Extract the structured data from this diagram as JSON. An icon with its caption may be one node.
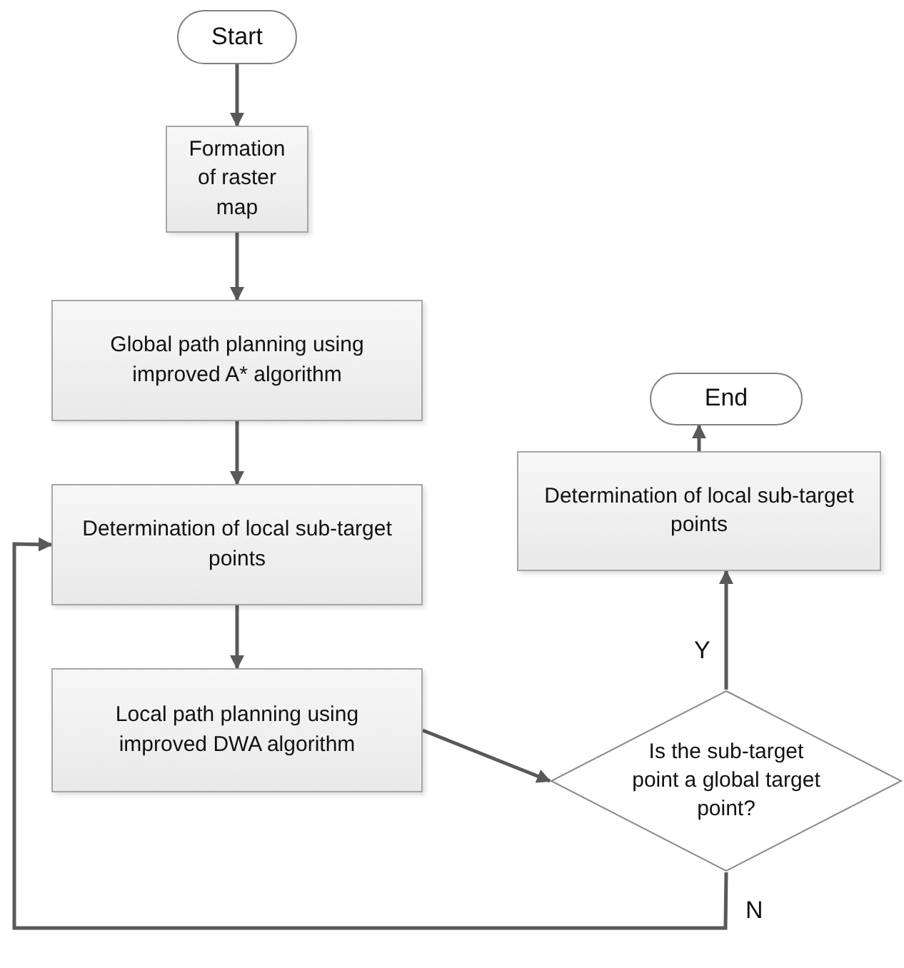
{
  "diagram": {
    "nodes": [
      {
        "text": [
          "Start"
        ]
      },
      {
        "text": [
          "Formation of raster map"
        ]
      },
      {
        "text": [
          "Global path planning using improved A* algorithm"
        ]
      },
      {
        "text": [
          "Determination of local sub-target points"
        ]
      },
      {
        "text": [
          "Local path planning using improved DWA algorithm"
        ]
      },
      {
        "text": [
          "Is the sub-target point a global target point?"
        ]
      },
      {
        "text": [
          "Determination of local sub-target points"
        ]
      },
      {
        "text": [
          "End"
        ]
      }
    ],
    "edges": [
      {
        "from": 0,
        "to": 1,
        "arrow": "to"
      },
      {
        "from": 1,
        "to": 2,
        "arrow": "to"
      },
      {
        "from": 2,
        "to": 3,
        "arrow": "to"
      },
      {
        "from": 3,
        "to": 4,
        "arrow": "to"
      },
      {
        "from": 4,
        "to": 5,
        "arrow": "to"
      },
      {
        "from": 5,
        "to": 6,
        "arrow": "to",
        "label": "Y"
      },
      {
        "from": 6,
        "to": 7,
        "arrow": "to"
      },
      {
        "from": 5,
        "to": 3,
        "arrow": "to",
        "label": "N"
      }
    ]
  }
}
